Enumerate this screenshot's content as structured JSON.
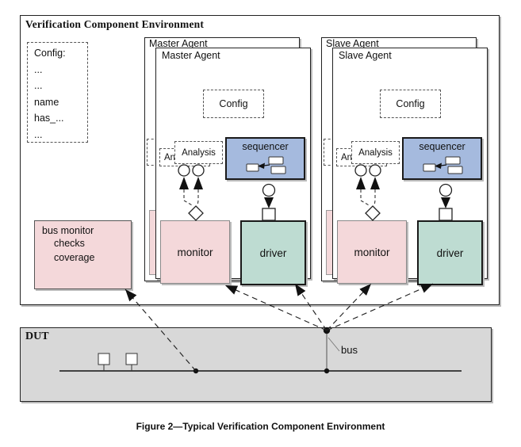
{
  "environment": {
    "title": "Verification Component Environment"
  },
  "config_note": {
    "title": "Config:",
    "lines": [
      "...",
      "...",
      "name",
      "has_...",
      "..."
    ]
  },
  "bus_monitor": {
    "title": "bus monitor",
    "features": [
      "checks",
      "coverage"
    ]
  },
  "agents": {
    "master": {
      "label": "Master Agent",
      "config_label": "Config",
      "analysis_label": "Analysis",
      "analysis_back_label": "Analysis",
      "sequencer_label": "sequencer",
      "monitor_label": "monitor",
      "driver_label": "driver"
    },
    "slave": {
      "label": "Slave Agent",
      "config_label": "Config",
      "analysis_label": "Analysis",
      "analysis_back_label": "Analysis",
      "sequencer_label": "sequencer",
      "monitor_label": "monitor",
      "driver_label": "driver"
    }
  },
  "dut": {
    "label": "DUT",
    "bus_label": "bus"
  },
  "caption": "Figure 2—Typical Verification Component Environment",
  "colors": {
    "monitor_pink": "#f4d8da",
    "driver_green": "#bedcd2",
    "sequencer_blue": "#a5bade",
    "dut_gray": "#d8d8d8",
    "agent_bg": "#ffffff"
  }
}
